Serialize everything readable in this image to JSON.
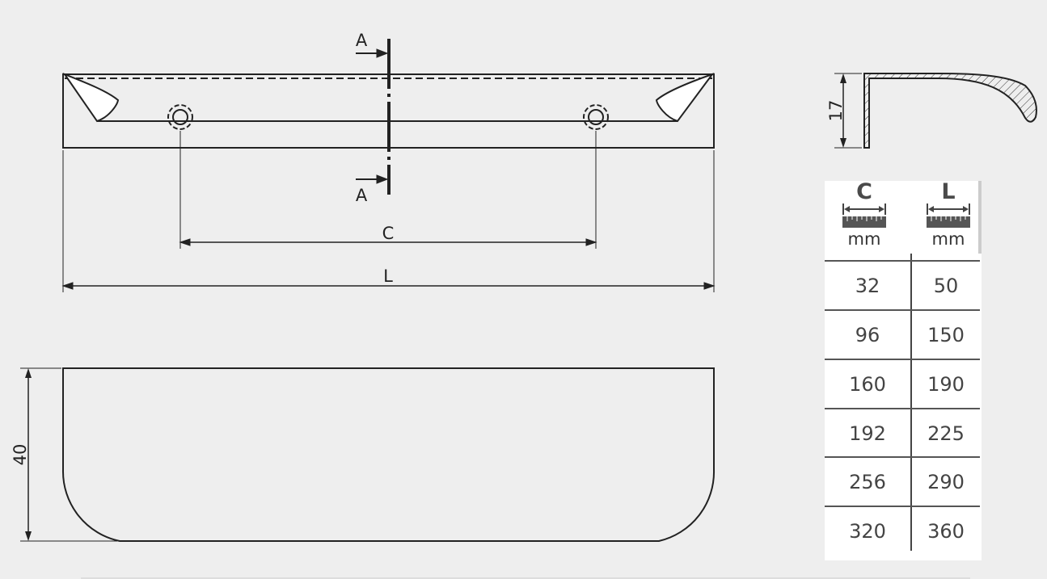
{
  "labels": {
    "section_mark": "A",
    "center_distance": "C",
    "overall_length": "L",
    "depth": "17",
    "height": "40"
  },
  "table": {
    "headers": [
      {
        "letter": "C",
        "unit": "mm",
        "icon": "ruler-icon"
      },
      {
        "letter": "L",
        "unit": "mm",
        "icon": "ruler-icon"
      }
    ],
    "rows": [
      {
        "c": "32",
        "l": "50"
      },
      {
        "c": "96",
        "l": "150"
      },
      {
        "c": "160",
        "l": "190"
      },
      {
        "c": "192",
        "l": "225"
      },
      {
        "c": "256",
        "l": "290"
      },
      {
        "c": "320",
        "l": "360"
      }
    ]
  }
}
